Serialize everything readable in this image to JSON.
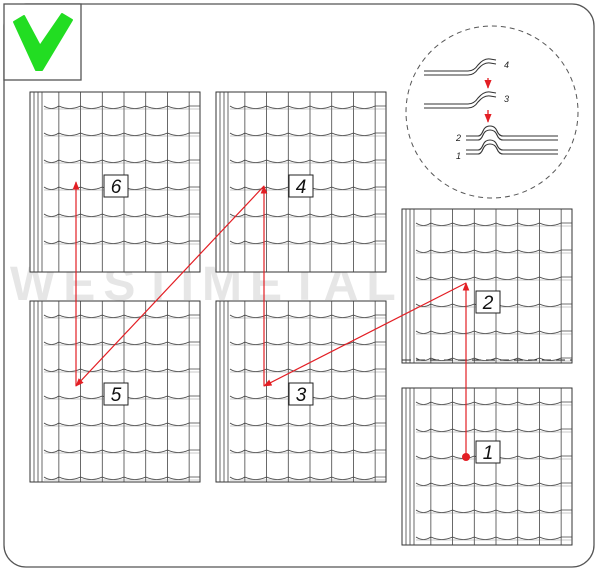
{
  "check_icon": "checkmark-icon",
  "colors": {
    "check": "#22dd22",
    "arrow": "#e31e24",
    "line": "#333333",
    "frame": "#555555",
    "watermark": "#e6e6e6"
  },
  "watermark": "WESTIMETAL.RU",
  "sheets": [
    {
      "id": "sheet-6",
      "label": "6"
    },
    {
      "id": "sheet-4",
      "label": "4"
    },
    {
      "id": "sheet-5",
      "label": "5"
    },
    {
      "id": "sheet-3",
      "label": "3"
    },
    {
      "id": "sheet-2",
      "label": "2"
    },
    {
      "id": "sheet-1",
      "label": "1"
    }
  ],
  "detail": {
    "labels": [
      "4",
      "3",
      "2",
      "1"
    ]
  }
}
